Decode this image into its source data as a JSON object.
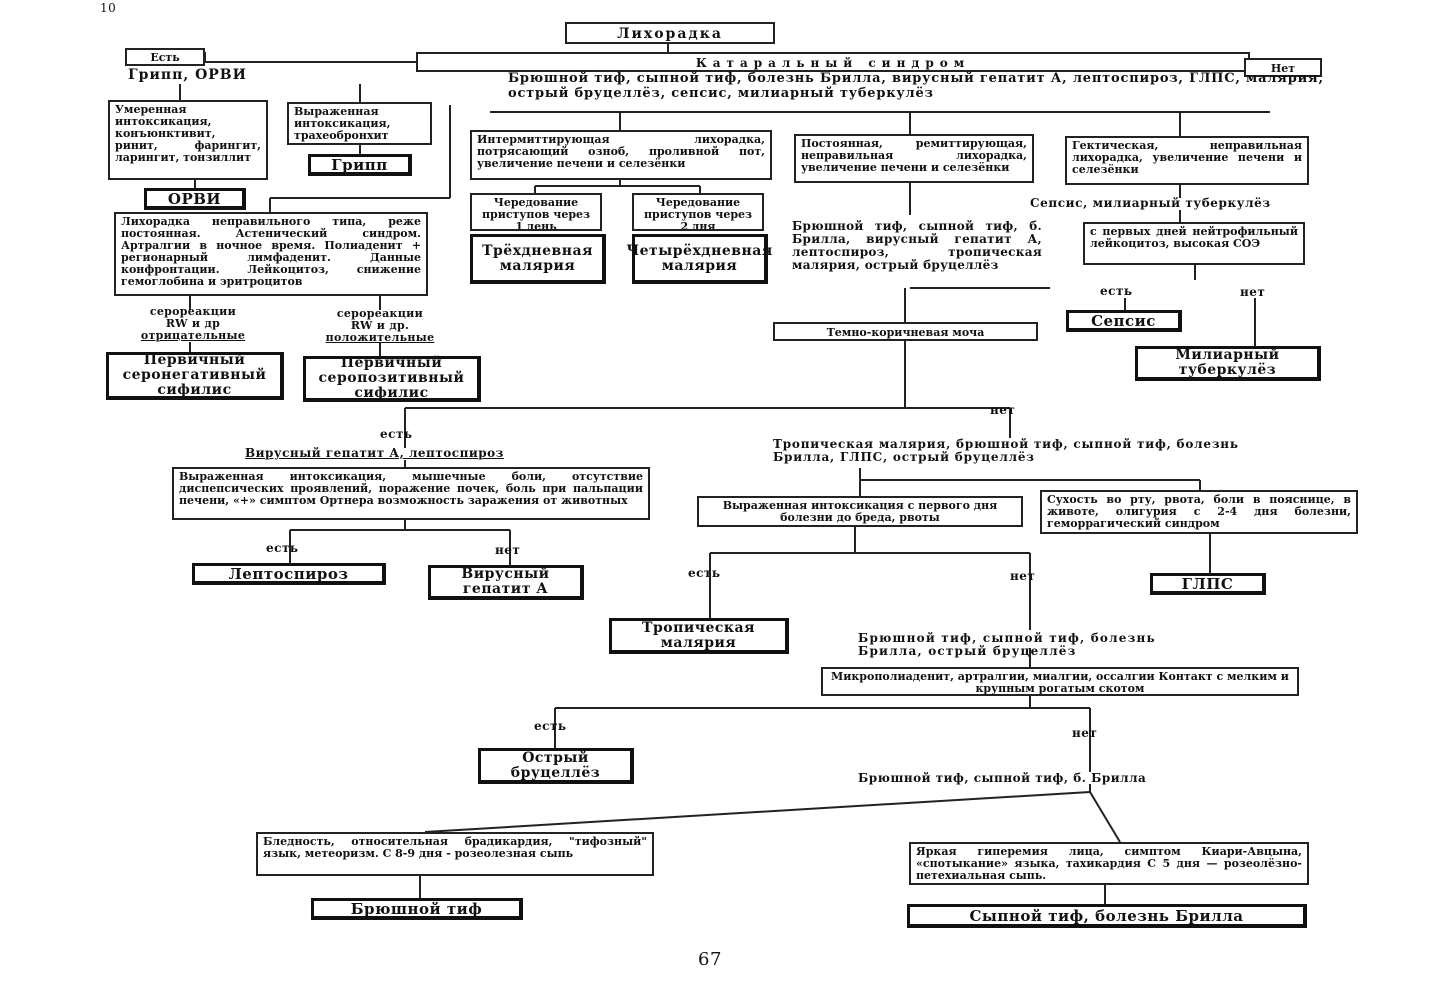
{
  "corner_number": "10",
  "page_number": "67",
  "nodes": {
    "root": "Лихорадка",
    "est_top": "Есть",
    "net_top": "Нет",
    "catarrhal": "Катаральный синдром",
    "gripp_orvi": "Грипп, ОРВИ",
    "noncatarrhal_list": "Брюшной тиф, сыпной тиф, болезнь Брилла, вирусный гепатит А, лептоспироз, ГЛПС, малярия, острый бруцеллёз, сепсис, милиарный туберкулёз",
    "moderate_intox": "Умеренная интоксикация, конъюнктивит, ринит, фарингит, ларингит, тонзиллит",
    "severe_intox": "Выраженная интоксикация, трахеобронхит",
    "out_gripp": "Грипп",
    "out_orvi": "ОРВИ",
    "syphilis_criteria": "Лихорадка неправильного типа, реже постоянная. Астенический синдром. Артралгии в ночное время. Полиаденит + регионарный лимфаденит. Данные конфронтации. Лейкоцитоз, снижение гемоглобина и эритроцитов",
    "sero_neg_label": "серореакции RW и др. отрицательные",
    "sero_neg_label_line1": "серореакции",
    "sero_neg_label_line2": "RW и др",
    "sero_neg_label_line3": "отрицательные",
    "sero_pos_label_line1": "серореакции",
    "sero_pos_label_line2": "RW и др.",
    "sero_pos_label_line3": "положительные",
    "out_seroneg": "Первичный серонегативный сифилис",
    "out_seropos": "Первичный серопозитивный сифилис",
    "intermittent": "Интермиттирующая лихорадка, потрясающий озноб, проливной пот, увеличение печени и селезёнки",
    "alt_1day": "Чередование приступов через 1 день",
    "alt_2day": "Чередование приступов через 2 дня",
    "out_3day": "Трёхдневная малярия",
    "out_4day": "Четырёхдневная малярия",
    "constant_remittent": "Постоянная, ремиттирующая, неправильная лихорадка, увеличение печени и селезёнки",
    "constant_list": "Брюшной тиф, сыпной тиф, б. Брилла, вирусный гепатит А, лептоспироз, тропическая малярия, острый бруцеллёз",
    "hectic": "Гектическая, неправильная лихорадка, увеличение печени и селезёнки",
    "sepsis_tb": "Сепсис, милиарный туберкулёз",
    "neutrophil": "с первых дней нейтрофильный лейкоцитоз, высокая СОЭ",
    "est": "есть",
    "net": "нет",
    "out_sepsis": "Сепсис",
    "out_miliary": "Милиарный туберкулёз",
    "dark_urine": "Темно-коричневая моча",
    "hep_lepto": "Вирусный гепатит А, лептоспироз",
    "lepto_criteria": "Выраженная интоксикация, мышечные боли, отсутствие диспепсических проявлений, поражение почек, боль при пальпации печени, «+» симптом Ортнера возможность заражения от животных",
    "out_lepto": "Лептоспироз",
    "out_hepA": "Вирусный гепатит А",
    "trop_list": "Тропическая малярия, брюшной тиф, сыпной тиф, болезнь Брилла, ГЛПС, острый бруцеллёз",
    "severe_delirium": "Выраженная интоксикация с первого дня болезни до бреда, рвоты",
    "dry_mouth": "Сухость во рту, рвота, боли в пояснице, в животе, олигурия с 2-4 дня болезни, геморрагический синдром",
    "out_glps": "ГЛПС",
    "out_trop": "Тропическая малярия",
    "typhoid_brucel": "Брюшной тиф, сыпной тиф, болезнь Брилла, острый бруцеллёз",
    "micropoly": "Микрополиаденит, артралгии, миалгии, оссалгии Контакт с мелким и крупным рогатым скотом",
    "out_brucel": "Острый бруцеллёз",
    "typhoid_typhus": "Брюшной тиф, сыпной тиф, б. Брилла",
    "pallor": "Бледность, относительная брадикардия, \"тифозный\" язык, метеоризм. С 8-9 дня - розеолезная сыпь",
    "hyperemia": "Яркая гиперемия лица, симптом Киари-Авцына, «спотыкание» языка, тахикардия С 5 дня — розеолёзно-петехиальная сыпь.",
    "out_typhoid": "Брюшной тиф",
    "out_typhus": "Сыпной тиф, болезнь Брилла"
  }
}
